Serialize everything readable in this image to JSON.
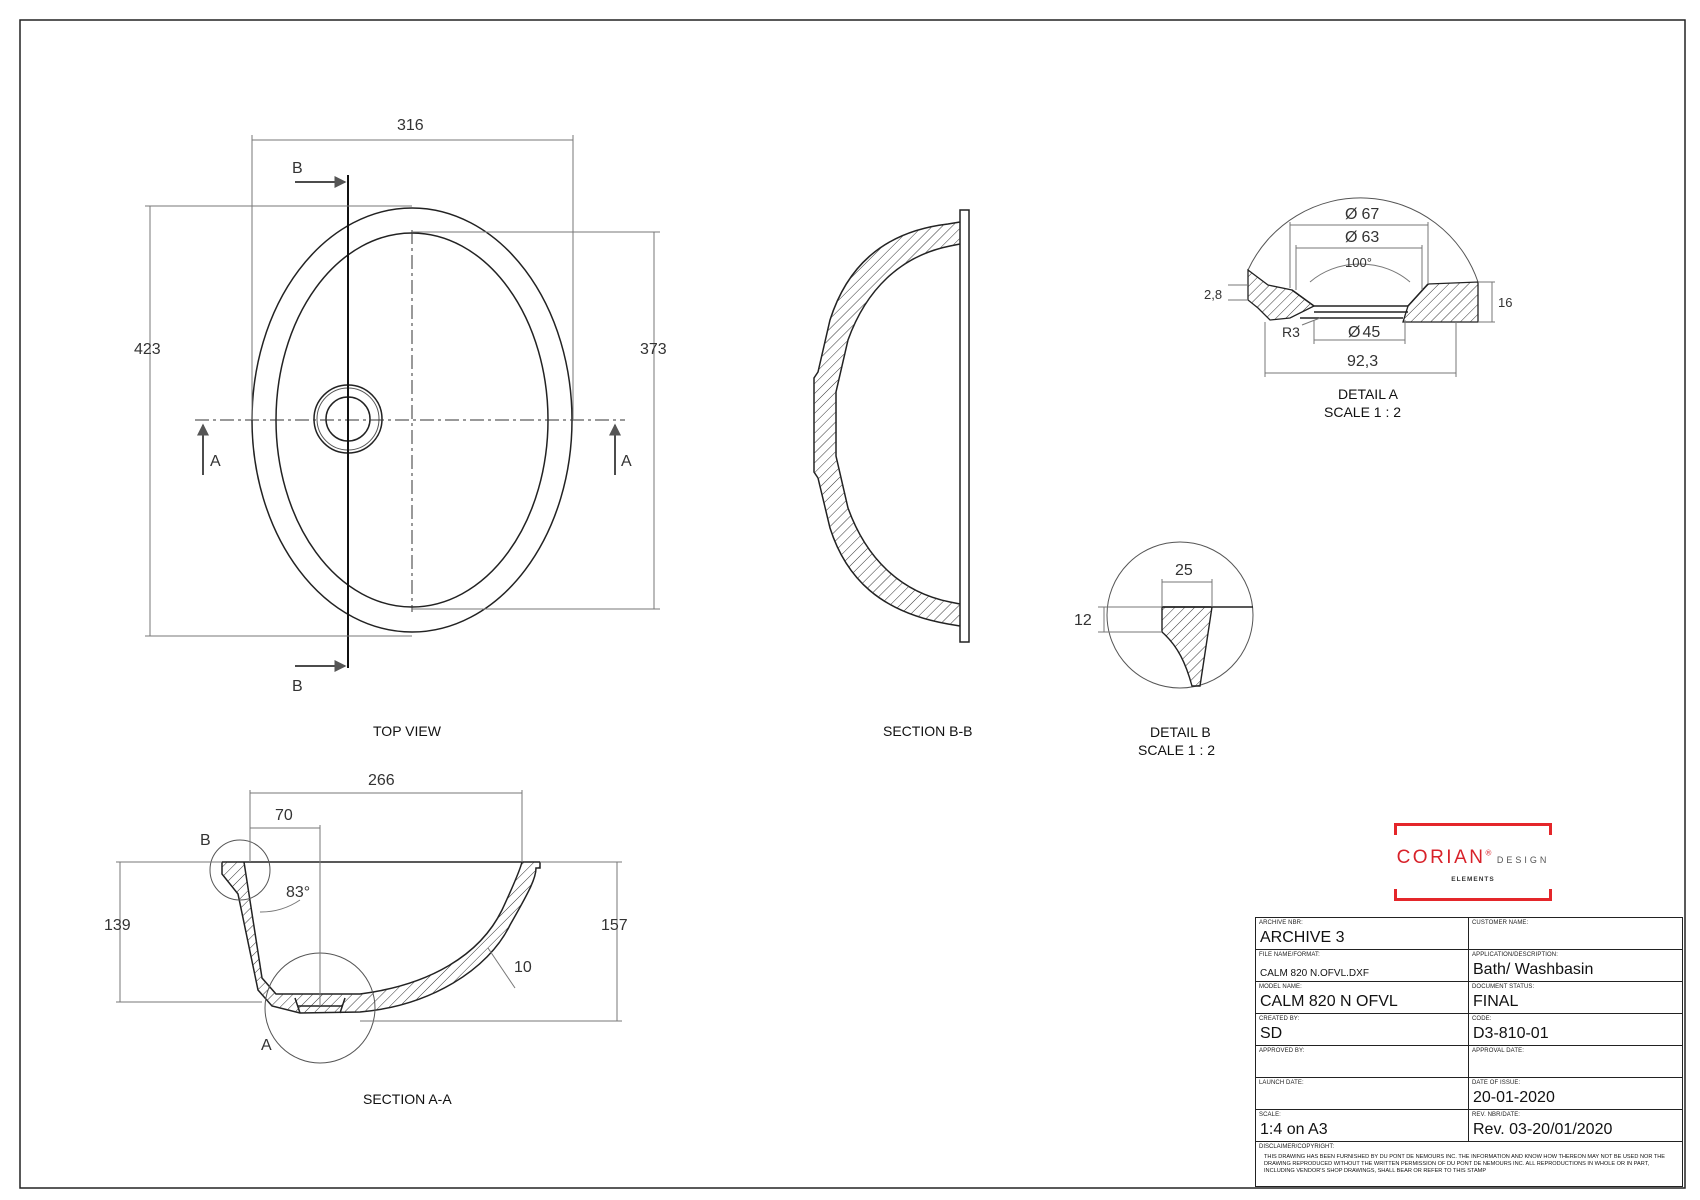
{
  "views": {
    "top_view": {
      "title": "TOP VIEW",
      "dim_width": "316",
      "dim_height_outer": "423",
      "dim_height_inner": "373",
      "section_a": "A",
      "section_b": "B"
    },
    "section_bb": {
      "title": "SECTION B-B"
    },
    "section_aa": {
      "title": "SECTION A-A",
      "dim_266": "266",
      "dim_70": "70",
      "dim_139": "139",
      "dim_157": "157",
      "angle": "83°",
      "wall": "10",
      "detail_a": "A",
      "detail_b": "B"
    },
    "detail_a": {
      "title": "DETAIL A",
      "scale": "SCALE 1 : 2",
      "d67": "67",
      "d63": "63",
      "angle": "100°",
      "d45": "45",
      "w92": "92,3",
      "t28": "2,8",
      "h16": "16",
      "r3": "R3",
      "dia": "Ø"
    },
    "detail_b": {
      "title": "DETAIL B",
      "scale": "SCALE 1 : 2",
      "d25": "25",
      "d12": "12"
    }
  },
  "logo": {
    "brand": "CORIAN",
    "reg": "®",
    "design": "DESIGN",
    "sub": "ELEMENTS",
    "accent": "#e4262a"
  },
  "title_block": {
    "archive_key": "ARCHIVE NBR:",
    "archive_val": "ARCHIVE 3",
    "customer_key": "CUSTOMER NAME:",
    "customer_val": "",
    "file_key": "FILE NAME/FORMAT:",
    "file_val": "CALM 820 N.OFVL.DXF",
    "application_key": "APPLICATION/DESCRIPTION:",
    "application_val": "Bath/ Washbasin",
    "model_key": "MODEL NAME:",
    "model_val": "CALM 820 N OFVL",
    "status_key": "DOCUMENT STATUS:",
    "status_val": "FINAL",
    "created_key": "CREATED BY:",
    "created_val": "SD",
    "code_key": "CODE:",
    "code_val": "D3-810-01",
    "approved_key": "APPROVED BY:",
    "approved_val": "",
    "approval_date_key": "APPROVAL DATE:",
    "approval_date_val": "",
    "launch_key": "LAUNCH DATE:",
    "launch_val": "",
    "issue_key": "DATE OF ISSUE:",
    "issue_val": "20-01-2020",
    "scale_key": "SCALE:",
    "scale_val": "1:4 on A3",
    "rev_key": "REV. NBR/DATE:",
    "rev_val": "Rev. 03-20/01/2020",
    "disclaimer_key": "DISCLAIMER/COPYRIGHT:",
    "disclaimer_text": "THIS DRAWING HAS BEEN FURNISHED BY DU PONT DE NEMOURS INC. THE INFORMATION AND KNOW HOW THEREON MAY NOT BE USED NOR THE DRAWING REPRODUCED WITHOUT THE WRITTEN PERMISSION OF DU PONT DE NEMOURS INC. ALL REPRODUCTIONS IN WHOLE OR IN PART, INCLUDING VENDOR'S SHOP DRAWINGS, SHALL BEAR OR REFER TO THIS STAMP"
  }
}
